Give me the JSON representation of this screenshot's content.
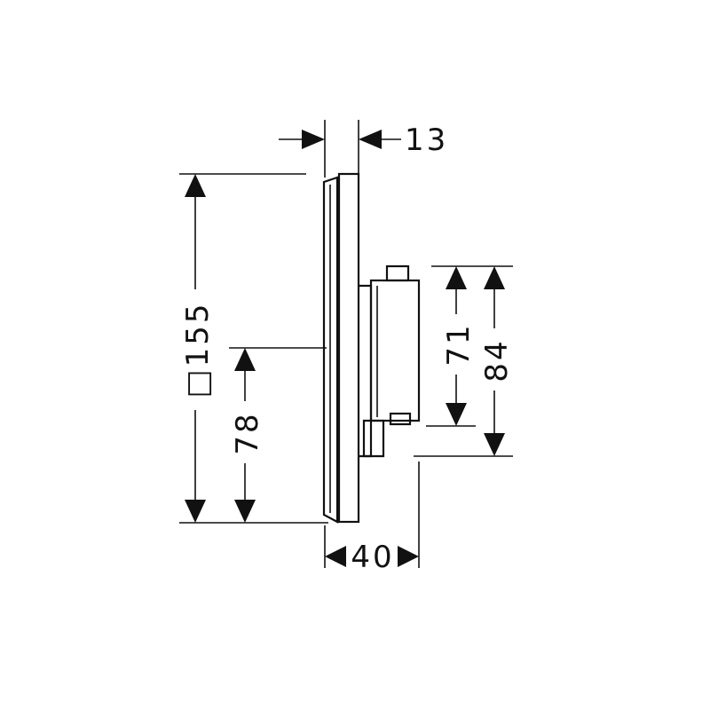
{
  "dimensions": {
    "depth_front": "13",
    "total_height": "□155",
    "center_height": "78",
    "body_height_inner": "71",
    "body_height_outer": "84",
    "total_depth": "40"
  },
  "colors": {
    "line": "#111111",
    "background": "#ffffff"
  }
}
